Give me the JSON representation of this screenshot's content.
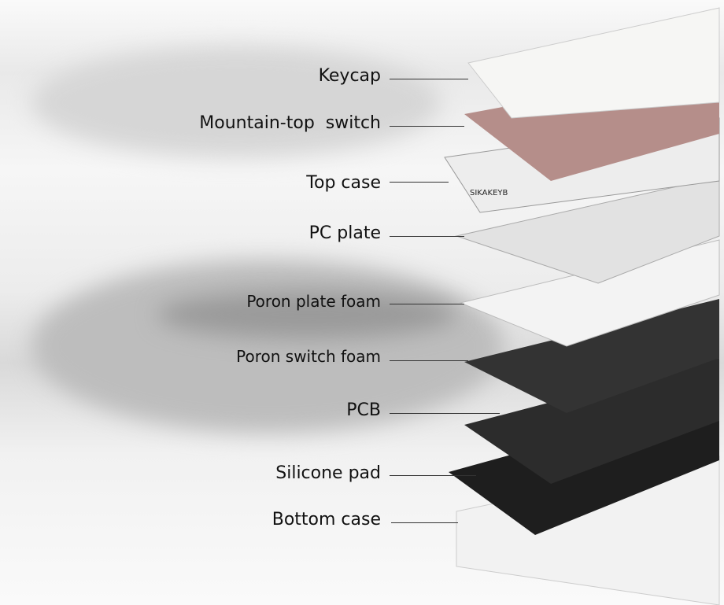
{
  "layers": [
    {
      "label": "Keycap"
    },
    {
      "label": "Mountain-top  switch"
    },
    {
      "label": "Top case"
    },
    {
      "label": "PC plate"
    },
    {
      "label": "Poron plate foam"
    },
    {
      "label": "Poron switch foam"
    },
    {
      "label": "PCB"
    },
    {
      "label": "Silicone pad"
    },
    {
      "label": "Bottom case"
    }
  ],
  "logo_text": "SIKAKEYB",
  "colors": {
    "keycap": "#f4f4f2",
    "switch": "#b58e8a",
    "foam_dark": "#2a2a2a",
    "plate": "#d8d8d8"
  }
}
